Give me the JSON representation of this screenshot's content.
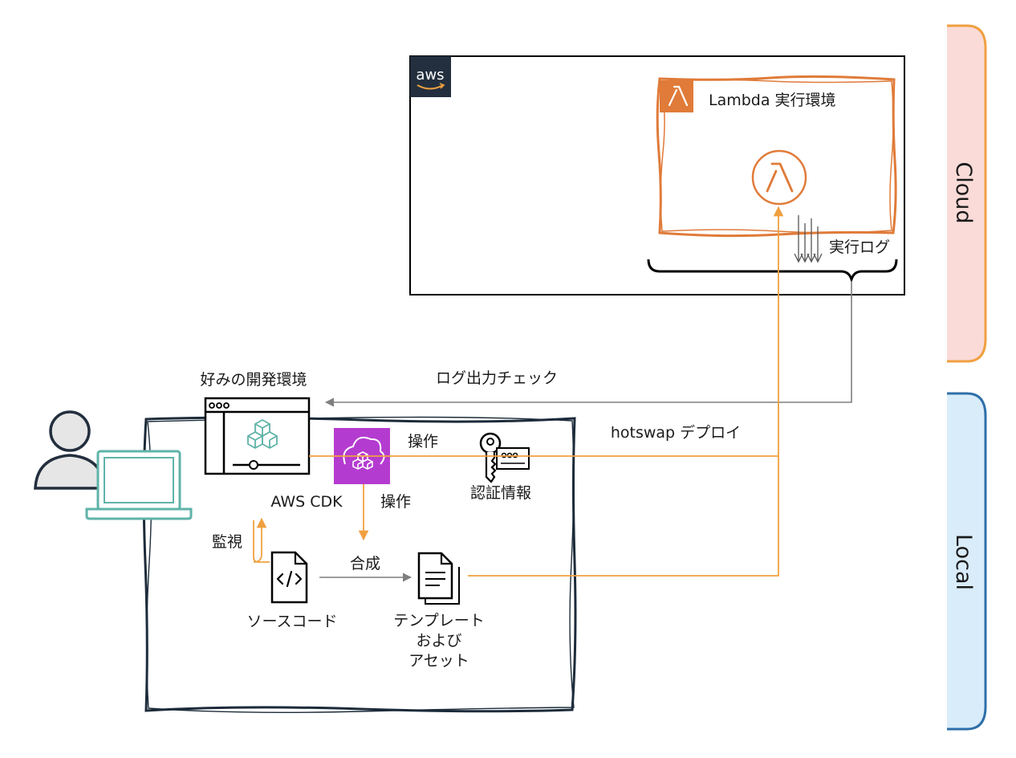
{
  "zones": {
    "cloud_label": "Cloud",
    "local_label": "Local"
  },
  "aws": {
    "logo_text": "aws",
    "lambda_env_label": "Lambda 実行環境",
    "exec_log_label": "実行ログ"
  },
  "local": {
    "dev_env_label": "好みの開発環境",
    "cdk_label": "AWS CDK",
    "credentials_label": "認証情報",
    "source_code_label": "ソースコード",
    "template_label_line1": "テンプレート",
    "template_label_line2": "および",
    "template_label_line3": "アセット"
  },
  "edges": {
    "log_check": "ログ出力チェック",
    "hotswap_deploy": "hotswap デプロイ",
    "operate_right": "操作",
    "operate_down": "操作",
    "monitor": "監視",
    "synthesize": "合成"
  },
  "colors": {
    "lambda_orange": "#e07b39",
    "deploy_arrow": "#f0a040",
    "cdk_purple": "#b43bd0",
    "aws_badge": "#232f3e",
    "cloud_fill": "#fadbd8",
    "cloud_stroke": "#f0a040",
    "local_fill": "#d9ecfa",
    "local_stroke": "#2f6fa8",
    "laptop_teal": "#5fb3a8",
    "gray_arrow": "#7f7f7f"
  }
}
